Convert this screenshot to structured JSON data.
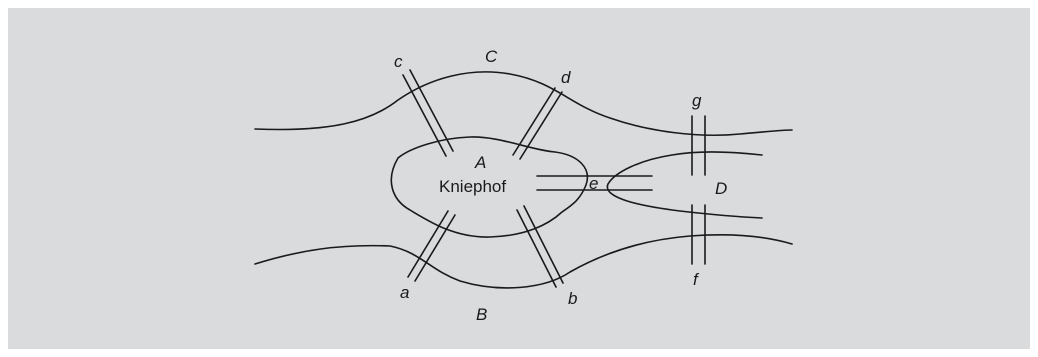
{
  "diagram": {
    "regions": {
      "north_bank": "C",
      "south_bank": "B",
      "island": "A",
      "island_name": "Kniephof",
      "east_land": "D"
    },
    "bridges": [
      "a",
      "b",
      "c",
      "d",
      "e",
      "f",
      "g"
    ],
    "colors": {
      "background": "#dadbdd",
      "ink": "#1a1a1a"
    }
  }
}
